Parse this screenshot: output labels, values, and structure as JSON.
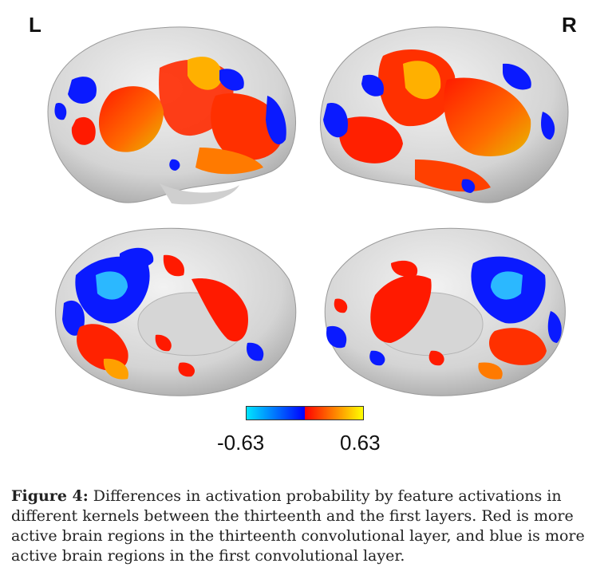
{
  "figure": {
    "left_label": "L",
    "right_label": "R",
    "colorbar": {
      "min_label": "-0.63",
      "max_label": "0.63",
      "neg_colors": [
        "#00e5ff",
        "#0000ff"
      ],
      "pos_colors": [
        "#ff0000",
        "#ffff00"
      ]
    },
    "panels": [
      "left-lateral",
      "right-lateral",
      "left-medial",
      "right-medial"
    ]
  },
  "caption": {
    "label": "Figure 4:",
    "text": " Differences in activation probability by feature activations in different kernels between the thirteenth and the first layers. Red is more active brain regions in the thirteenth convolutional layer, and blue is more active brain regions in the first convolutional layer."
  },
  "colors": {
    "cortex": "#dcdcdc",
    "red": "#ff1a00",
    "orange": "#ff7a00",
    "yellow": "#e8c800",
    "blue": "#0a1aff",
    "cyan": "#2bb8ff"
  }
}
